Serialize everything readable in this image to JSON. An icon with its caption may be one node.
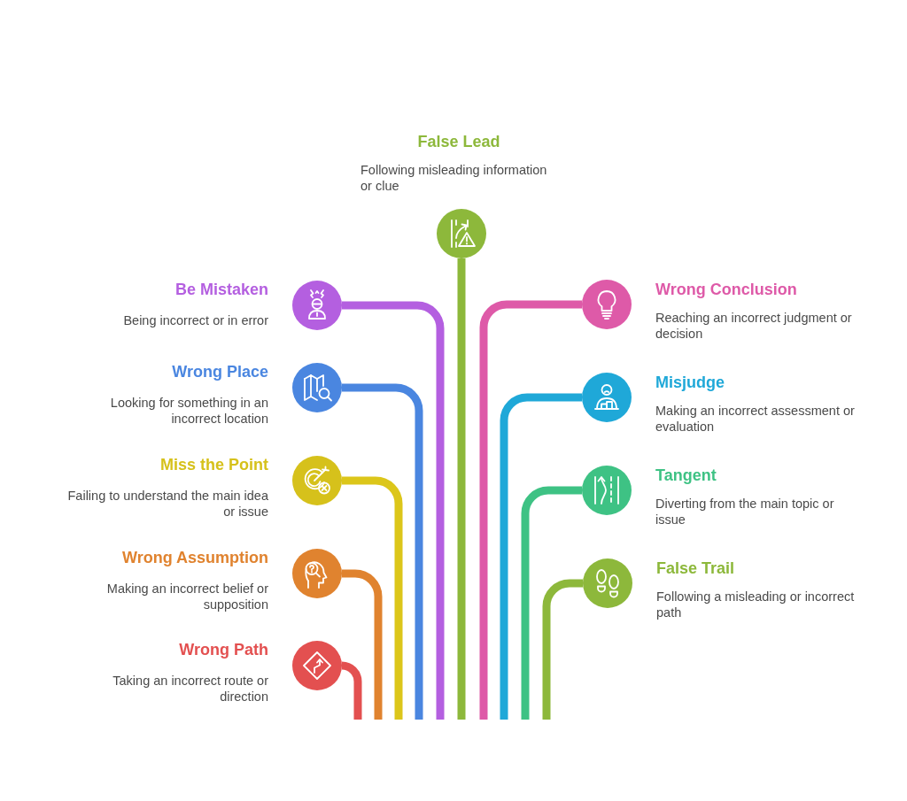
{
  "diagram": {
    "nodes": [
      {
        "text": [
          "False Lead",
          "Following misleading information or clue"
        ]
      },
      {
        "text": [
          "Be Mistaken",
          "Being incorrect or in error"
        ]
      },
      {
        "text": [
          "Wrong Conclusion",
          "Reaching an incorrect judgment or decision"
        ]
      },
      {
        "text": [
          "Wrong Place",
          "Looking for something in an incorrect location"
        ]
      },
      {
        "text": [
          "Misjudge",
          "Making an incorrect assessment or evaluation"
        ]
      },
      {
        "text": [
          "Miss the Point",
          "Failing to understand the main idea or issue"
        ]
      },
      {
        "text": [
          "Tangent",
          "Diverting from the main topic or issue"
        ]
      },
      {
        "text": [
          "Wrong Assumption",
          "Making an incorrect belief or supposition"
        ]
      },
      {
        "text": [
          "False Trail",
          "Following a misleading or incorrect path"
        ]
      },
      {
        "text": [
          "Wrong Path",
          "Taking an incorrect route or direction"
        ]
      }
    ],
    "edges": [
      {
        "from": 0,
        "to": null,
        "arrow": "none",
        "color": "#8db83b"
      },
      {
        "from": 1,
        "to": null,
        "arrow": "none",
        "color": "#b45fe0"
      },
      {
        "from": 2,
        "to": null,
        "arrow": "none",
        "color": "#de5aa8"
      },
      {
        "from": 3,
        "to": null,
        "arrow": "none",
        "color": "#4a86e0"
      },
      {
        "from": 4,
        "to": null,
        "arrow": "none",
        "color": "#1fa8d8"
      },
      {
        "from": 5,
        "to": null,
        "arrow": "none",
        "color": "#dcc61a"
      },
      {
        "from": 6,
        "to": null,
        "arrow": "none",
        "color": "#3ec284"
      },
      {
        "from": 7,
        "to": null,
        "arrow": "none",
        "color": "#e0832f"
      },
      {
        "from": 8,
        "to": null,
        "arrow": "none",
        "color": "#8db83b"
      },
      {
        "from": 9,
        "to": null,
        "arrow": "none",
        "color": "#e35050"
      }
    ]
  }
}
